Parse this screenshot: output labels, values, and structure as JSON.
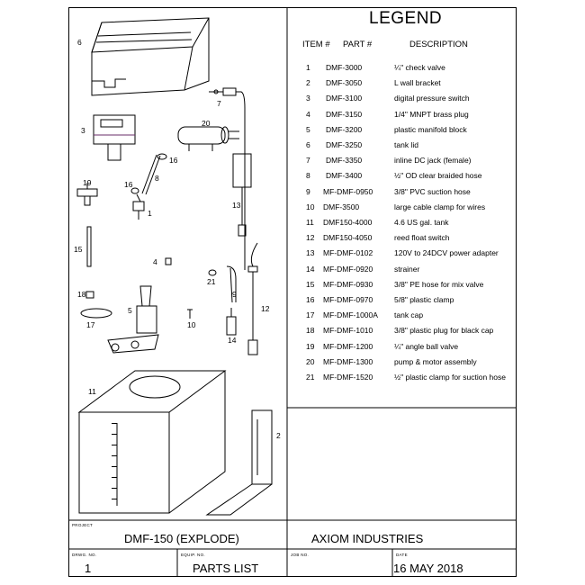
{
  "legend": {
    "title": "LEGEND",
    "col_item": "ITEM #",
    "col_part": "PART #",
    "col_desc": "DESCRIPTION",
    "rows": [
      {
        "item": "1",
        "part": "DMF-3000",
        "desc": "¼\" check valve"
      },
      {
        "item": "2",
        "part": "DMF-3050",
        "desc": "L wall bracket"
      },
      {
        "item": "3",
        "part": "DMF-3100",
        "desc": "digital pressure switch"
      },
      {
        "item": "4",
        "part": "DMF-3150",
        "desc": "1/4\" MNPT brass plug"
      },
      {
        "item": "5",
        "part": "DMF-3200",
        "desc": "plastic manifold block"
      },
      {
        "item": "6",
        "part": "DMF-3250",
        "desc": "tank lid"
      },
      {
        "item": "7",
        "part": "DMF-3350",
        "desc": "inline DC jack (female)"
      },
      {
        "item": "8",
        "part": "DMF-3400",
        "desc": "½\" OD clear braided hose"
      },
      {
        "item": "9",
        "part": "MF-DMF-0950",
        "desc": "3/8\" PVC suction hose"
      },
      {
        "item": "10",
        "part": "DMF-3500",
        "desc": "large cable clamp for wires"
      },
      {
        "item": "11",
        "part": "DMF150-4000",
        "desc": "4.6 US gal. tank"
      },
      {
        "item": "12",
        "part": "DMF150-4050",
        "desc": "reed float switch"
      },
      {
        "item": "13",
        "part": "MF-DMF-0102",
        "desc": "120V to 24DCV power adapter"
      },
      {
        "item": "14",
        "part": "MF-DMF-0920",
        "desc": "strainer"
      },
      {
        "item": "15",
        "part": "MF-DMF-0930",
        "desc": "3/8\" PE hose for mix valve"
      },
      {
        "item": "16",
        "part": "MF-DMF-0970",
        "desc": "5/8\" plastic clamp"
      },
      {
        "item": "17",
        "part": "MF-DMF-1000A",
        "desc": "tank cap"
      },
      {
        "item": "18",
        "part": "MF-DMF-1010",
        "desc": "3/8\" plastic plug for black cap"
      },
      {
        "item": "19",
        "part": "MF-DMF-1200",
        "desc": "¼\" angle ball valve"
      },
      {
        "item": "20",
        "part": "MF-DMF-1300",
        "desc": "pump & motor assembly"
      },
      {
        "item": "21",
        "part": "MF-DMF-1520",
        "desc": "½\" plastic clamp for suction hose"
      }
    ]
  },
  "callouts": {
    "c1": "1",
    "c2": "2",
    "c3": "3",
    "c4": "4",
    "c5": "5",
    "c6": "6",
    "c7": "7",
    "c8": "8",
    "c9": "9",
    "c10": "10",
    "c11": "11",
    "c12": "12",
    "c13": "13",
    "c14": "14",
    "c15": "15",
    "c16a": "16",
    "c16b": "16",
    "c17": "17",
    "c18": "18",
    "c19": "19",
    "c20": "20",
    "c21": "21"
  },
  "title_block": {
    "project_label": "PROJECT",
    "project_value": "DMF-150 (EXPLODE)",
    "company": "AXIOM INDUSTRIES",
    "drwg_label": "DRWG. NO.",
    "drwg_value": "1",
    "equip_label": "EQUIP. NO.",
    "equip_value": "PARTS LIST",
    "job_label": "JOB NO.",
    "job_value": "",
    "date_label": "DATE",
    "date_value": "16 MAY 2018"
  }
}
